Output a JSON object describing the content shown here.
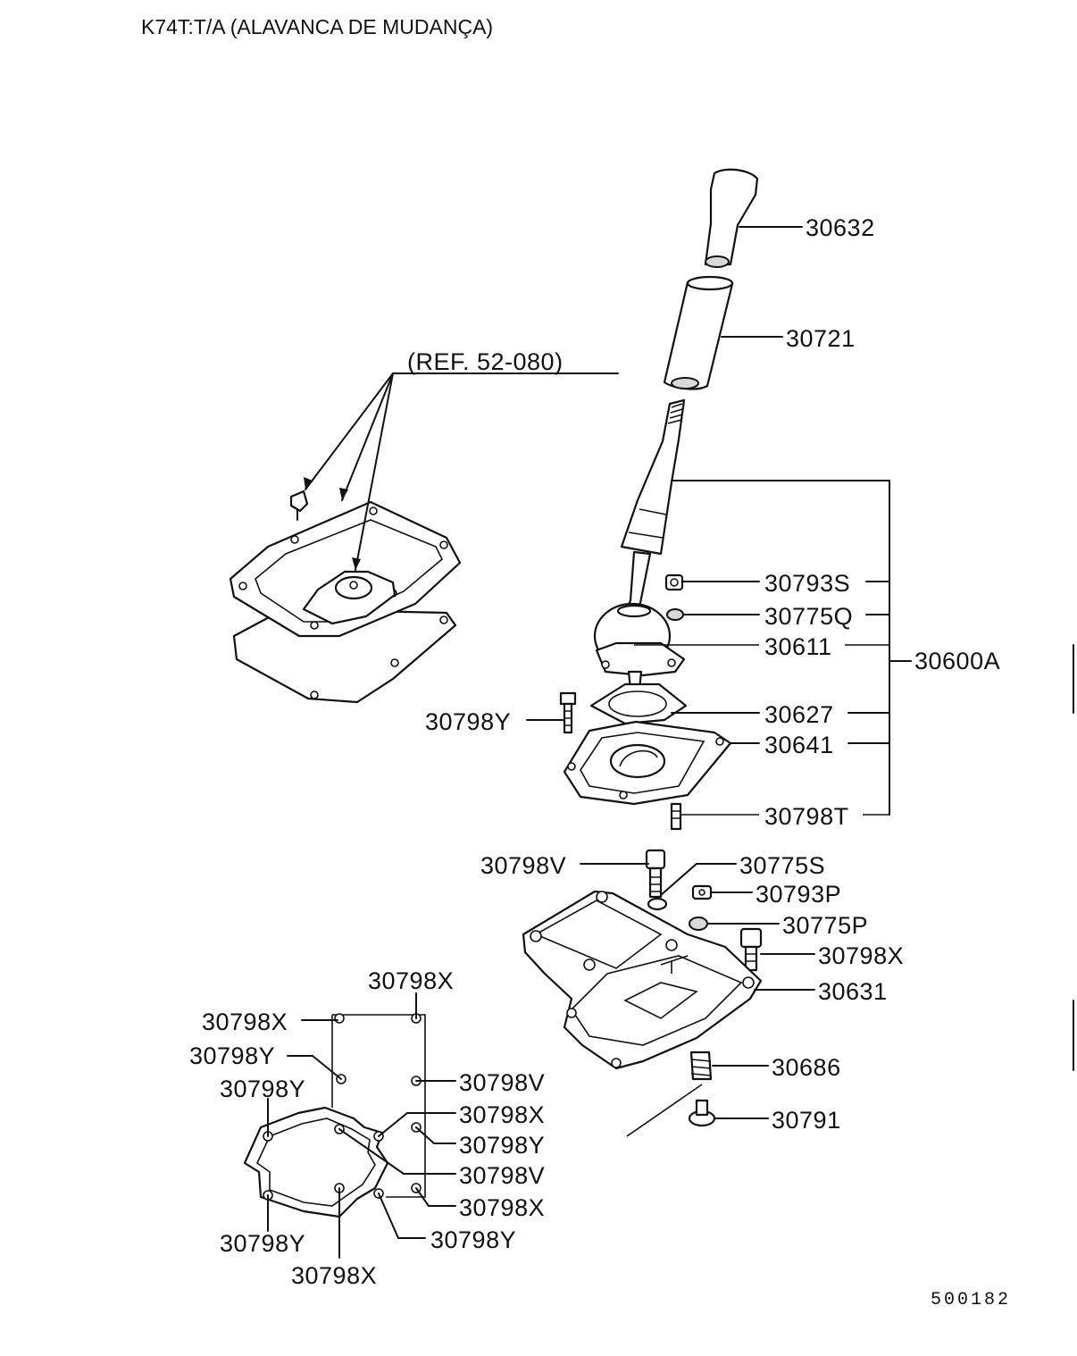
{
  "title": "K74T:T/A (ALAVANCA DE MUDANÇA)",
  "reference": "(REF. 52-080)",
  "diagram_code": "500182",
  "labels": {
    "p30632": "30632",
    "p30721": "30721",
    "p30793S": "30793S",
    "p30775Q": "30775Q",
    "p30611": "30611",
    "p30600A": "30600A",
    "p30798Y_a": "30798Y",
    "p30627": "30627",
    "p30641": "30641",
    "p30798T": "30798T",
    "p30798V_a": "30798V",
    "p30775S": "30775S",
    "p30793P": "30793P",
    "p30775P": "30775P",
    "p30798X_a": "30798X",
    "p30631": "30631",
    "p30686": "30686",
    "p30791": "30791",
    "g_top": "30798X",
    "g_l1": "30798X",
    "g_l2": "30798Y",
    "g_l3": "30798Y",
    "g_r1": "30798V",
    "g_r2": "30798X",
    "g_r3": "30798Y",
    "g_r4": "30798V",
    "g_r5": "30798X",
    "g_b1": "30798Y",
    "g_b2": "30798X",
    "g_b3": "30798Y"
  }
}
